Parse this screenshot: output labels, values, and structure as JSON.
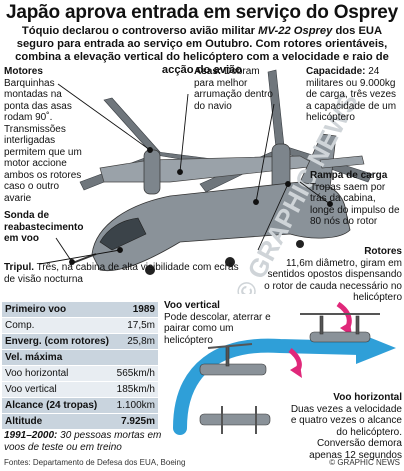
{
  "title": "Japão aprova entrada em serviço do Osprey",
  "lead": {
    "part1": "Tóquio declarou o controverso avião militar ",
    "model": "MV-22 Osprey",
    "part2": " dos EUA seguro para entrada ao serviço em Outubro. Com rotores orientáveis, combina a elevação vertical do helicóptero com a velocidade e raio de acção do avião"
  },
  "callouts": {
    "motores": {
      "head": "Motores",
      "text": "Barquinhas montadas na ponta das asas rodam 90˚. Transmissões interligadas permitem que um motor accione ambos os rotores caso o outro avarie"
    },
    "asas": {
      "head": "Asas:",
      "text": "Dobram para melhor arrumação dentro do navio"
    },
    "capacidade": {
      "head": "Capacidade:",
      "text": "24 militares ou 9.000kg de carga, três vezes a capacidade de um helicóptero"
    },
    "rampa": {
      "head": "Rampa de carga",
      "text": "Tropas saem por trás da cabina, longe do impulso de 80 nós do rotor"
    },
    "sonda": {
      "head": "Sonda de reabastecimento em voo"
    },
    "rotores": {
      "head": "Rotores",
      "text": "11,6m diâmetro, giram em sentidos opostos dispensando o rotor de cauda necessário no helicóptero"
    },
    "tripul": {
      "head": "Tripul.",
      "text": "Três, na cabina de alta visibilidade com ecrãs de visão nocturna"
    },
    "voo_vertical": {
      "head": "Voo vertical",
      "text": "Pode descolar, aterrar e pairar como um helicóptero"
    },
    "voo_horizontal": {
      "head": "Voo horizontal",
      "text": "Duas vezes a velocidade e quatro vezes o alcance do helicóptero. Conversão demora apenas 12 segundos"
    }
  },
  "specs": [
    {
      "k": "Primeiro voo",
      "v": "1989",
      "style": "head"
    },
    {
      "k": "Comp.",
      "v": "17,5m",
      "style": "light"
    },
    {
      "k": "Enverg. (com rotores)",
      "v": "25,8m",
      "style": "dark"
    },
    {
      "k": "Vel. máxima",
      "v": "",
      "style": "head"
    },
    {
      "k": "Voo horizontal",
      "v": "565km/h",
      "style": "light"
    },
    {
      "k": "Voo vertical",
      "v": "185km/h",
      "style": "light"
    },
    {
      "k": "Alcance (24 tropas)",
      "v": "1.100km",
      "style": "dark"
    },
    {
      "k": "Altitude",
      "v": "7.925m",
      "style": "head"
    }
  ],
  "note": {
    "years": "1991–2000:",
    "text": "30 pessoas mortas em voos de teste ou em treino"
  },
  "footer": {
    "source": "Fontes: Departamento de Defesa dos EUA, Boeing",
    "credit": "© GRAPHIC NEWS"
  },
  "watermark": "© GRAPHIC NEWS",
  "colors": {
    "aircraft": "#8a9299",
    "arrow_blue": "#2f9fd8",
    "arrow_pink": "#e0287a",
    "table_light": "#e8edf2",
    "table_dark": "#c9d4de"
  }
}
